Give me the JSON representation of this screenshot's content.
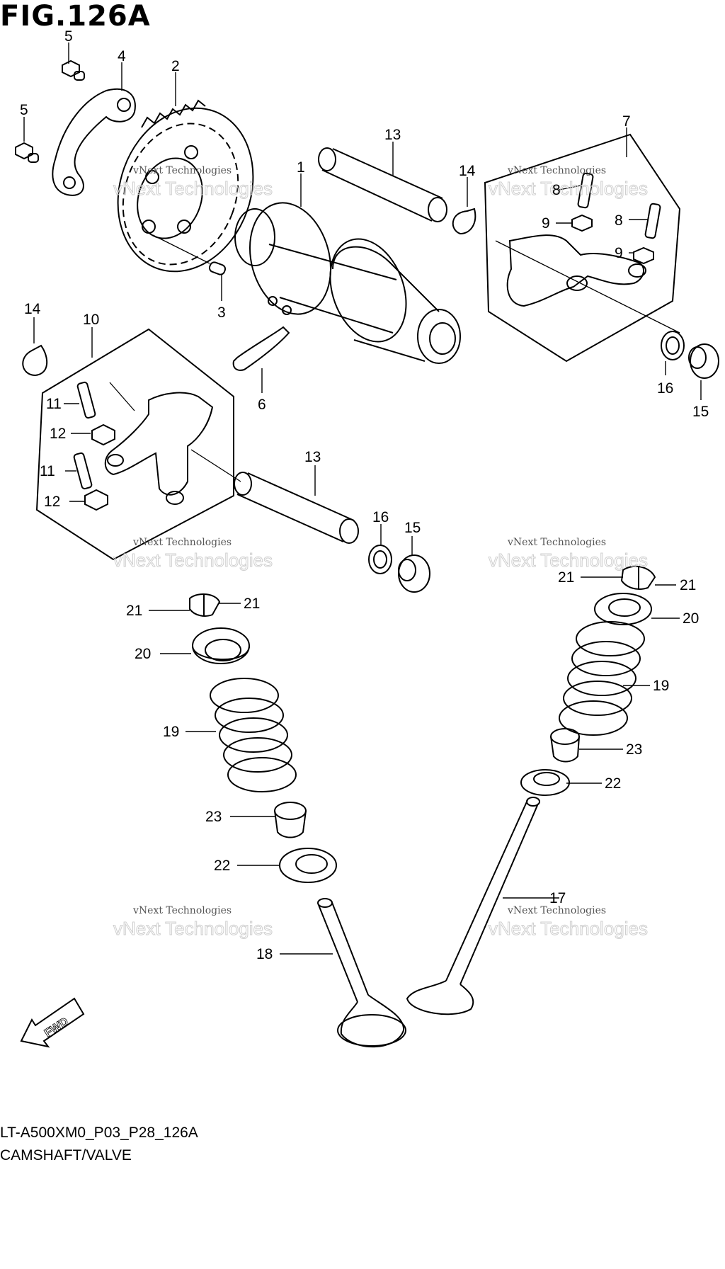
{
  "figure": {
    "title": "FIG.126A",
    "model_code": "LT-A500XM0_P03_P28_126A",
    "section_name": "CAMSHAFT/VALVE",
    "direction_label": "FWD"
  },
  "watermark": {
    "line1": "vNext Technologies",
    "line2": "vNext Technologies"
  },
  "callouts": [
    {
      "id": "c5a",
      "text": "5"
    },
    {
      "id": "c4",
      "text": "4"
    },
    {
      "id": "c2",
      "text": "2"
    },
    {
      "id": "c5b",
      "text": "5"
    },
    {
      "id": "c13a",
      "text": "13"
    },
    {
      "id": "c7",
      "text": "7"
    },
    {
      "id": "c1",
      "text": "1"
    },
    {
      "id": "c14a",
      "text": "14"
    },
    {
      "id": "c8a",
      "text": "8"
    },
    {
      "id": "c9a",
      "text": "9"
    },
    {
      "id": "c8b",
      "text": "8"
    },
    {
      "id": "c9b",
      "text": "9"
    },
    {
      "id": "c3",
      "text": "3"
    },
    {
      "id": "c14b",
      "text": "14"
    },
    {
      "id": "c10",
      "text": "10"
    },
    {
      "id": "c6",
      "text": "6"
    },
    {
      "id": "c16a",
      "text": "16"
    },
    {
      "id": "c15a",
      "text": "15"
    },
    {
      "id": "c11a",
      "text": "11"
    },
    {
      "id": "c12a",
      "text": "12"
    },
    {
      "id": "c13b",
      "text": "13"
    },
    {
      "id": "c11b",
      "text": "11"
    },
    {
      "id": "c12b",
      "text": "12"
    },
    {
      "id": "c16b",
      "text": "16"
    },
    {
      "id": "c15b",
      "text": "15"
    },
    {
      "id": "c21a",
      "text": "21"
    },
    {
      "id": "c21b",
      "text": "21"
    },
    {
      "id": "c21c",
      "text": "21"
    },
    {
      "id": "c21d",
      "text": "21"
    },
    {
      "id": "c20a",
      "text": "20"
    },
    {
      "id": "c20b",
      "text": "20"
    },
    {
      "id": "c19a",
      "text": "19"
    },
    {
      "id": "c19b",
      "text": "19"
    },
    {
      "id": "c23a",
      "text": "23"
    },
    {
      "id": "c23b",
      "text": "23"
    },
    {
      "id": "c22a",
      "text": "22"
    },
    {
      "id": "c22b",
      "text": "22"
    },
    {
      "id": "c17",
      "text": "17"
    },
    {
      "id": "c18",
      "text": "18"
    }
  ]
}
